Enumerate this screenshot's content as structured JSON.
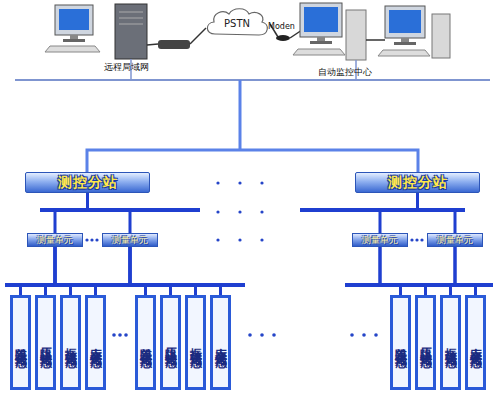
{
  "diagram": {
    "nodes": [
      {
        "text": [
          "PSTN"
        ]
      },
      {
        "text": [
          "测控分站"
        ]
      },
      {
        "text": [
          "测控分站"
        ]
      },
      {
        "text": [
          "测量单元"
        ]
      },
      {
        "text": [
          "测量单元"
        ]
      },
      {
        "text": [
          "测量单元"
        ]
      },
      {
        "text": [
          "测量单元"
        ]
      },
      {
        "text": [
          "差阻式传感"
        ]
      },
      {
        "text": [
          "压阻式传感"
        ]
      },
      {
        "text": [
          "振弦式传感"
        ]
      },
      {
        "text": [
          "应变式传感"
        ]
      },
      {
        "text": [
          "差阻式传感"
        ]
      },
      {
        "text": [
          "压阻式传感"
        ]
      },
      {
        "text": [
          "振弦式传感"
        ]
      },
      {
        "text": [
          "应变式传感"
        ]
      },
      {
        "text": [
          "差阻式传感"
        ]
      },
      {
        "text": [
          "压阻式传感"
        ]
      },
      {
        "text": [
          "振弦式传感"
        ]
      },
      {
        "text": [
          "应变式传感"
        ]
      }
    ],
    "edges": [
      {
        "from": 1,
        "to": 3,
        "arrow": "none"
      },
      {
        "from": 1,
        "to": 4,
        "arrow": "none"
      },
      {
        "from": 2,
        "to": 5,
        "arrow": "none"
      },
      {
        "from": 2,
        "to": 6,
        "arrow": "none"
      },
      {
        "from": 3,
        "to": 7,
        "arrow": "none"
      },
      {
        "from": 3,
        "to": 8,
        "arrow": "none"
      },
      {
        "from": 3,
        "to": 9,
        "arrow": "none"
      },
      {
        "from": 3,
        "to": 10,
        "arrow": "none"
      },
      {
        "from": 4,
        "to": 11,
        "arrow": "none"
      },
      {
        "from": 4,
        "to": 12,
        "arrow": "none"
      },
      {
        "from": 4,
        "to": 13,
        "arrow": "none"
      },
      {
        "from": 4,
        "to": 14,
        "arrow": "none"
      },
      {
        "from": 5,
        "to": 15,
        "arrow": "none"
      },
      {
        "from": 5,
        "to": 16,
        "arrow": "none"
      },
      {
        "from": 6,
        "to": 17,
        "arrow": "none"
      },
      {
        "from": 6,
        "to": 18,
        "arrow": "none"
      }
    ],
    "labels": [
      "远程局域网",
      "Moden",
      "自动监控中心"
    ]
  }
}
